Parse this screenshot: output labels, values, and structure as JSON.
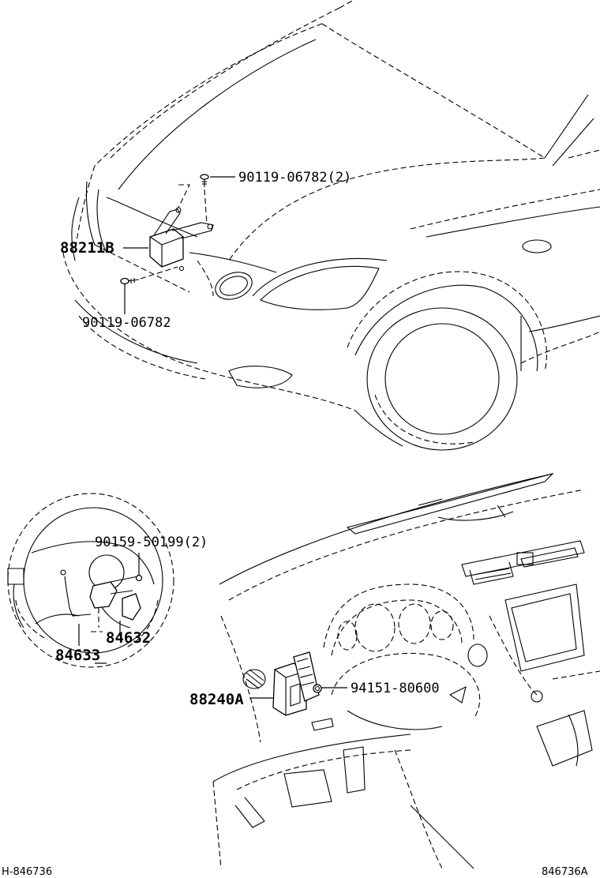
{
  "callouts": {
    "bolt_top": "90119-06782(2)",
    "sensor_front": "88211B",
    "bolt_lower": "90119-06782",
    "screw_wheel": "90159-50199(2)",
    "switch_a": "84632",
    "switch_b": "84633",
    "computer": "88240A",
    "clip": "94151-80600"
  },
  "footer": {
    "left_code": "H-846736",
    "right_code": "846736A"
  }
}
